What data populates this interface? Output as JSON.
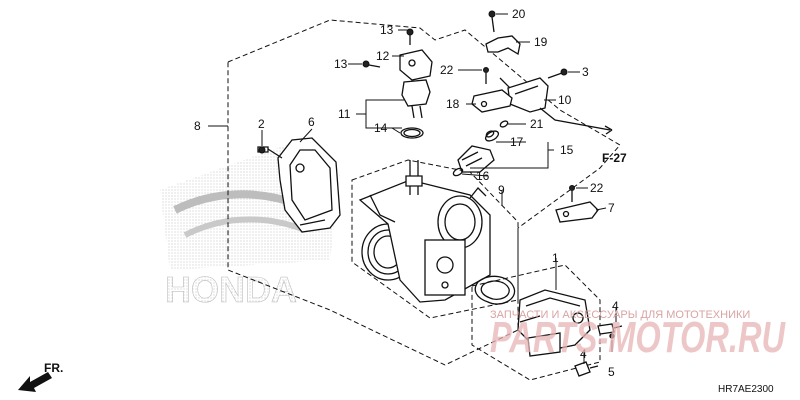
{
  "labels": {
    "l1": "1",
    "l2": "2",
    "l3": "3",
    "l4a": "4",
    "l4b": "4",
    "l5": "5",
    "l6": "6",
    "l7": "7",
    "l8": "8",
    "l9": "9",
    "l10": "10",
    "l11": "11",
    "l12": "12",
    "l13a": "13",
    "l13b": "13",
    "l14": "14",
    "l15": "15",
    "l16": "16",
    "l17": "17",
    "l18": "18",
    "l19": "19",
    "l20": "20",
    "l21": "21",
    "l22a": "22",
    "l22b": "22"
  },
  "fref": "F-27",
  "front": "FR.",
  "diagram_code": "HR7AE2300",
  "brand": "HONDA",
  "watermark": {
    "tagline": "ЗАПЧАСТИ И АКСЕССУАРЫ ДЛЯ МОТОТЕХНИКИ",
    "site": "PARTS-MOTOR.RU"
  },
  "colors": {
    "line": "#111111",
    "watermark": "#e8b5b5",
    "background": "#ffffff"
  }
}
